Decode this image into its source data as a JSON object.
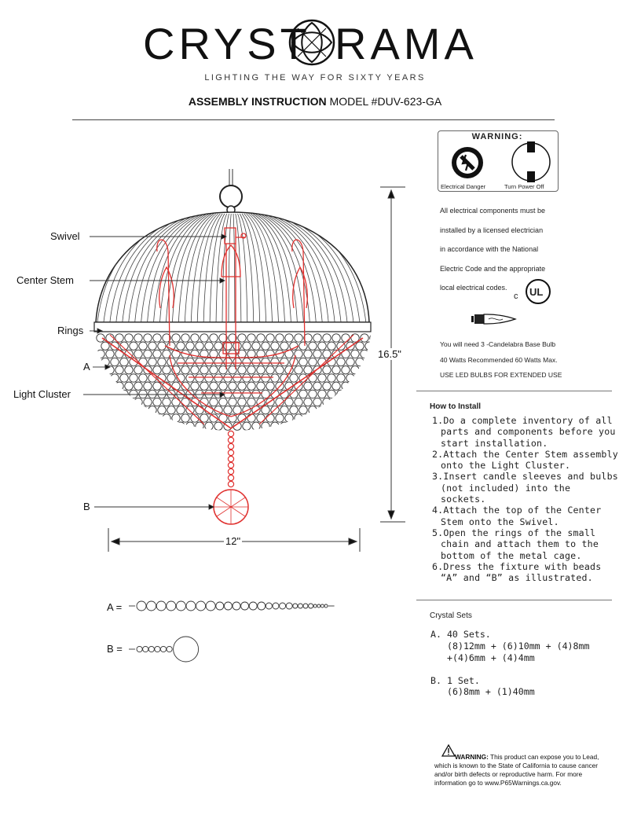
{
  "brand": {
    "name_left": "CRYST",
    "name_right": "RAMA",
    "tagline": "LIGHTING THE WAY FOR SIXTY YEARS"
  },
  "title": {
    "bold": "ASSEMBLY INSTRUCTION",
    "model": " MODEL #DUV-623-GA"
  },
  "warning_box": {
    "title": "WARNING:",
    "icon_left_caption": "Electrical Danger",
    "icon_right_caption": "Turn Power Off"
  },
  "electrical_notice": [
    "All electrical components must be",
    "installed by a licensed electrician",
    "in accordance with the National",
    "Electric Code and the appropriate",
    "local electrical codes."
  ],
  "ul_mark": {
    "c": "c",
    "ul": "UL"
  },
  "bulb_notes": [
    "You will need 3 -Candelabra Base Bulb",
    "40 Watts Recommended 60 Watts Max.",
    "USE LED BULBS FOR EXTENDED USE"
  ],
  "how_to_install": {
    "heading": "How to Install",
    "steps": [
      "1.Do a complete inventory of all parts and components before you start installation.",
      "2.Attach the Center Stem assembly onto the Light Cluster.",
      "3.Insert candle sleeves and bulbs (not included) into the sockets.",
      "4.Attach the top of the Center Stem onto the Swivel.",
      "5.Open the rings of the small chain and attach them to the bottom of the metal cage.",
      "6.Dress the fixture with beads “A” and “B” as illustrated."
    ]
  },
  "crystal_sets": {
    "heading": "Crystal Sets",
    "a_line1": "A. 40 Sets.",
    "a_line2": "(8)12mm + (6)10mm + (4)8mm",
    "a_line3": "+(4)6mm + (4)4mm",
    "b_line1": "B. 1 Set.",
    "b_line2": "(6)8mm + (1)40mm"
  },
  "diagram": {
    "labels": {
      "swivel": "Swivel",
      "center_stem": "Center Stem",
      "rings": "Rings",
      "a": "A",
      "light_cluster": "Light Cluster",
      "b": "B"
    },
    "height": "16.5\"",
    "width": "12\"",
    "legend_a": "A =",
    "legend_b": "B ="
  },
  "prop65": {
    "bold": "WARNING:",
    "text": " This product can expose you to Lead, which is known to the State of California to cause cancer and/or birth defects or reproductive harm. For more information go to www.P65Warnings.ca.gov."
  },
  "colors": {
    "line": "#222222",
    "highlight": "#e0312f"
  }
}
